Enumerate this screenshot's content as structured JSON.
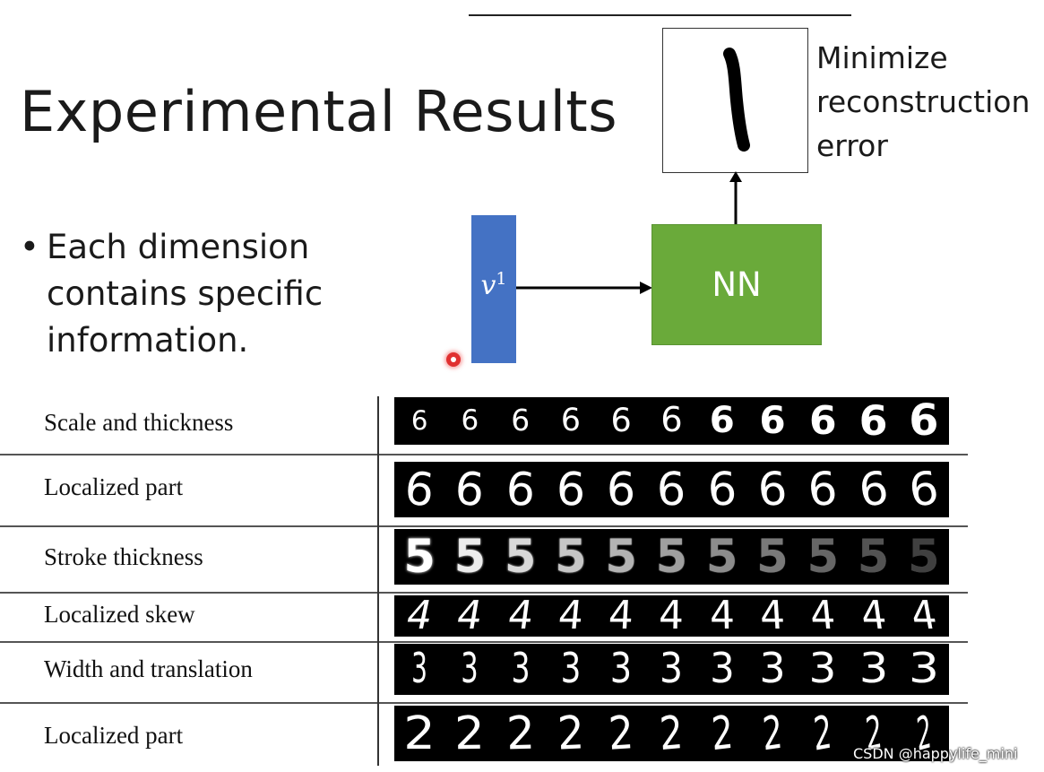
{
  "slide": {
    "title": "Experimental Results",
    "bullet": "Each dimension contains specific information."
  },
  "diagram": {
    "latent_label": "v",
    "latent_superscript": "1",
    "nn_label": "NN",
    "objective": "Minimize reconstruction error"
  },
  "table": {
    "rows": [
      {
        "label": "Scale and thickness",
        "digit": "6"
      },
      {
        "label": "Localized part",
        "digit": "6"
      },
      {
        "label": "Stroke thickness",
        "digit": "5"
      },
      {
        "label": "Localized skew",
        "digit": "4"
      },
      {
        "label": "Width and translation",
        "digit": "3"
      },
      {
        "label": "Localized part",
        "digit": "2"
      }
    ]
  },
  "watermark": "CSDN @happylife_mini"
}
